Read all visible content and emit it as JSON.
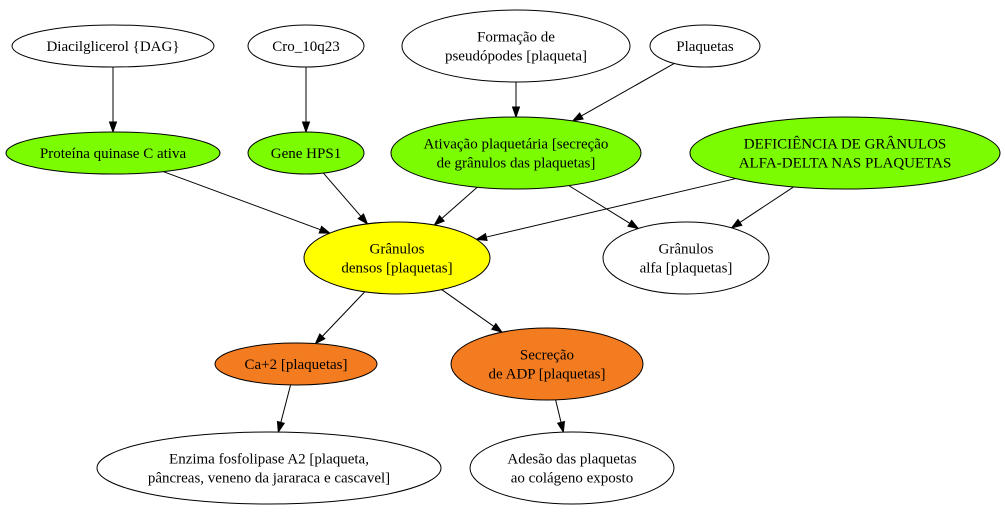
{
  "colors": {
    "white": "#ffffff",
    "green": "#7cfc00",
    "yellow": "#ffff00",
    "orange": "#f47c20"
  },
  "nodes": {
    "dag": {
      "lines": [
        "Diacilglicerol {DAG}"
      ],
      "fill": "white"
    },
    "cro": {
      "lines": [
        "Cro_10q23"
      ],
      "fill": "white"
    },
    "pseudopodes": {
      "lines": [
        "Formação de",
        "pseudópodes [plaqueta]"
      ],
      "fill": "white"
    },
    "plaquetas": {
      "lines": [
        "Plaquetas"
      ],
      "fill": "white"
    },
    "pkc": {
      "lines": [
        "Proteína quinase C ativa"
      ],
      "fill": "green"
    },
    "hps1": {
      "lines": [
        "Gene HPS1"
      ],
      "fill": "green"
    },
    "ativacao": {
      "lines": [
        "Ativação plaquetária [secreção",
        "de grânulos das plaquetas]"
      ],
      "fill": "green"
    },
    "deficiencia": {
      "lines": [
        "DEFICIÊNCIA DE GRÂNULOS",
        "ALFA-DELTA NAS PLAQUETAS"
      ],
      "fill": "green"
    },
    "densos": {
      "lines": [
        "Grânulos",
        "densos [plaquetas]"
      ],
      "fill": "yellow"
    },
    "alfa": {
      "lines": [
        "Grânulos",
        "alfa [plaquetas]"
      ],
      "fill": "white"
    },
    "ca": {
      "lines": [
        "Ca+2 [plaquetas]"
      ],
      "fill": "orange"
    },
    "adp": {
      "lines": [
        "Secreção",
        "de ADP [plaquetas]"
      ],
      "fill": "orange"
    },
    "fosfolipase": {
      "lines": [
        "Enzima fosfolipase A2 [plaqueta,",
        "pâncreas, veneno da jararaca e cascavel]"
      ],
      "fill": "white"
    },
    "adesao": {
      "lines": [
        "Adesão das plaquetas",
        "ao colágeno exposto"
      ],
      "fill": "white"
    }
  },
  "edges": [
    {
      "from": "dag",
      "to": "pkc"
    },
    {
      "from": "cro",
      "to": "hps1"
    },
    {
      "from": "pseudopodes",
      "to": "ativacao"
    },
    {
      "from": "plaquetas",
      "to": "ativacao"
    },
    {
      "from": "pkc",
      "to": "densos"
    },
    {
      "from": "hps1",
      "to": "densos"
    },
    {
      "from": "ativacao",
      "to": "densos"
    },
    {
      "from": "ativacao",
      "to": "alfa"
    },
    {
      "from": "deficiencia",
      "to": "densos"
    },
    {
      "from": "deficiencia",
      "to": "alfa"
    },
    {
      "from": "densos",
      "to": "ca"
    },
    {
      "from": "densos",
      "to": "adp"
    },
    {
      "from": "ca",
      "to": "fosfolipase"
    },
    {
      "from": "adp",
      "to": "adesao"
    }
  ]
}
